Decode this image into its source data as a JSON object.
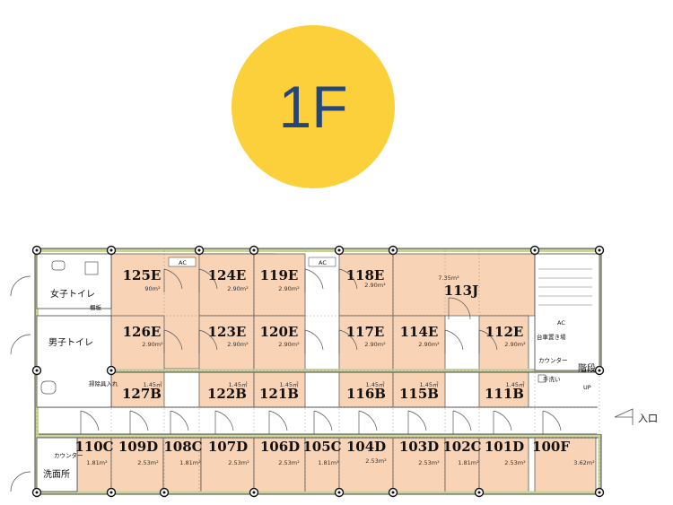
{
  "floor": "1F",
  "colors": {
    "badge": "#fcd03a",
    "badge_text": "#24467e",
    "room": "#f8d3b6",
    "wall": "#c8d49a",
    "grid": "#222222"
  },
  "facilities": {
    "womens_toilet": "女子トイレ",
    "shelf": "棚板",
    "mens_toilet": "男子トイレ",
    "cleaning": "掃除具入れ",
    "washroom": "洗面所",
    "counter_left": "カウンター",
    "counter_right": "カウンター",
    "cart": "台車置き場",
    "stairs": "階段",
    "hand_wash": "手洗い",
    "ac": "AC",
    "up": "UP",
    "entrance": "入口"
  },
  "rooms": [
    {
      "id": "125E",
      "area": "90m²"
    },
    {
      "id": "124E",
      "area": "2.90m²"
    },
    {
      "id": "119E",
      "area": "2.90m²"
    },
    {
      "id": "118E",
      "area": "2.90m²"
    },
    {
      "id": "113J",
      "area": "7.35m²"
    },
    {
      "id": "126E",
      "area": "2.90m²"
    },
    {
      "id": "123E",
      "area": "2.90m²"
    },
    {
      "id": "120E",
      "area": "2.90m²"
    },
    {
      "id": "117E",
      "area": "2.90m²"
    },
    {
      "id": "114E",
      "area": "2.90m²"
    },
    {
      "id": "112E",
      "area": "2.90m²"
    },
    {
      "id": "127B",
      "area": "1.45㎡"
    },
    {
      "id": "122B",
      "area": "1.45㎡"
    },
    {
      "id": "121B",
      "area": "1.45㎡"
    },
    {
      "id": "116B",
      "area": "1.45㎡"
    },
    {
      "id": "115B",
      "area": "1.45㎡"
    },
    {
      "id": "111B",
      "area": "1.45㎡"
    },
    {
      "id": "110C",
      "area": "1.81m²"
    },
    {
      "id": "109D",
      "area": "2.53m²"
    },
    {
      "id": "108C",
      "area": "1.81m²"
    },
    {
      "id": "107D",
      "area": "2.53m²"
    },
    {
      "id": "106D",
      "area": "2.53m²"
    },
    {
      "id": "105C",
      "area": "1.81m²"
    },
    {
      "id": "104D",
      "area": "2.53m²"
    },
    {
      "id": "103D",
      "area": "2.53m²"
    },
    {
      "id": "102C",
      "area": "1.81m²"
    },
    {
      "id": "101D",
      "area": "2.53m²"
    },
    {
      "id": "100F",
      "area": "3.62m²"
    }
  ]
}
